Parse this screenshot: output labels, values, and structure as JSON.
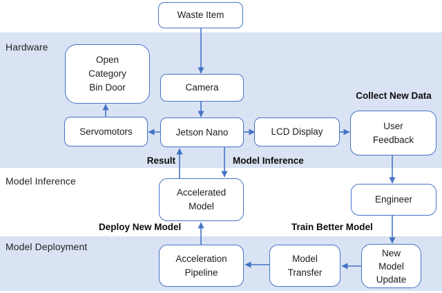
{
  "diagram": {
    "title_semantics": "Waste sorting system architecture flowchart",
    "bands": [
      {
        "id": "hardware",
        "label": "Hardware"
      },
      {
        "id": "model-inference",
        "label": "Model Inference"
      },
      {
        "id": "model-deployment",
        "label": "Model Deployment"
      }
    ],
    "nodes": [
      {
        "id": "waste-item",
        "label": "Waste Item"
      },
      {
        "id": "open-category-bin-door",
        "label": "Open\nCategory\nBin Door"
      },
      {
        "id": "camera",
        "label": "Camera"
      },
      {
        "id": "servomotors",
        "label": "Servomotors"
      },
      {
        "id": "jetson-nano",
        "label": "Jetson Nano"
      },
      {
        "id": "lcd-display",
        "label": "LCD Display"
      },
      {
        "id": "user-feedback",
        "label": "User\nFeedback"
      },
      {
        "id": "engineer",
        "label": "Engineer"
      },
      {
        "id": "accelerated-model",
        "label": "Accelerated\nModel"
      },
      {
        "id": "new-model-update",
        "label": "New\nModel\nUpdate"
      },
      {
        "id": "model-transfer",
        "label": "Model\nTransfer"
      },
      {
        "id": "acceleration-pipeline",
        "label": "Acceleration\nPipeline"
      }
    ],
    "flow_labels": [
      {
        "id": "collect-new-data",
        "text": "Collect New Data"
      },
      {
        "id": "result",
        "text": "Result"
      },
      {
        "id": "model-inference-flow",
        "text": "Model Inference"
      },
      {
        "id": "deploy-new-model",
        "text": "Deploy New Model"
      },
      {
        "id": "train-better-model",
        "text": "Train Better Model"
      }
    ],
    "edges": [
      "Waste Item → Camera",
      "Camera → Jetson Nano",
      "Jetson Nano → Servomotors",
      "Servomotors → Open Category Bin Door",
      "Jetson Nano → LCD Display",
      "LCD Display → User Feedback",
      "User Feedback → Engineer",
      "Engineer → New Model Update",
      "New Model Update → Model Transfer",
      "Model Transfer → Acceleration Pipeline",
      "Acceleration Pipeline → Accelerated Model (Deploy New Model)",
      "Accelerated Model → Jetson Nano (Result)",
      "Jetson Nano → Accelerated Model (Model Inference)"
    ],
    "colors": {
      "accent_blue": "#4472C4",
      "band_fill": "#DAE3F3",
      "node_fill": "#FFFFFF",
      "text": "#1C1C1C"
    }
  }
}
